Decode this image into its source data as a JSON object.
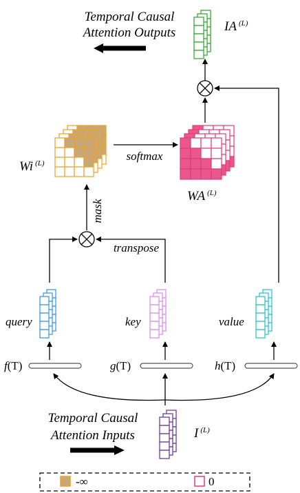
{
  "labels": {
    "output_title_line1": "Temporal Causal",
    "output_title_line2": "Attention Outputs",
    "input_title_line1": "Temporal Causal",
    "input_title_line2": "Attention Inputs",
    "ia": "IA",
    "ia_sup": "(L)",
    "wi": "Wi",
    "wi_sup": "(L)",
    "wa": "WA",
    "wa_sup": "(L)",
    "input_i": "I",
    "input_sup": "(L)",
    "softmax": "softmax",
    "mask": "mask",
    "transpose": "transpose",
    "query": "query",
    "key": "key",
    "value": "value",
    "f_func": "f",
    "g_func": "g",
    "h_func": "h",
    "func_arg": "(T)"
  },
  "legend": {
    "neg_inf_label": "-∞",
    "zero_label": "0"
  },
  "colors": {
    "query": "#3d9be9",
    "key": "#d98ef0",
    "value": "#2ec7c9",
    "input": "#6a3d9a",
    "output": "#3aa83a",
    "wi": "#f0a020",
    "wi_fill": "#c8a878",
    "wa": "#e23a78",
    "wa_fill": "#e8588a"
  }
}
